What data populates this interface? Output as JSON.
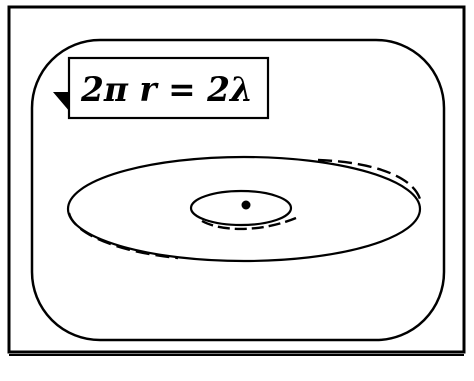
{
  "label": {
    "equation": "2π r = 2λ"
  },
  "colors": {
    "ink": "#000000",
    "background": "#ffffff"
  },
  "elements": {
    "nucleus": "dot",
    "inner_orbit": "ellipse",
    "outer_orbit": "ellipse",
    "wave_overlay": "dashed",
    "callout_pointer": "triangle"
  }
}
